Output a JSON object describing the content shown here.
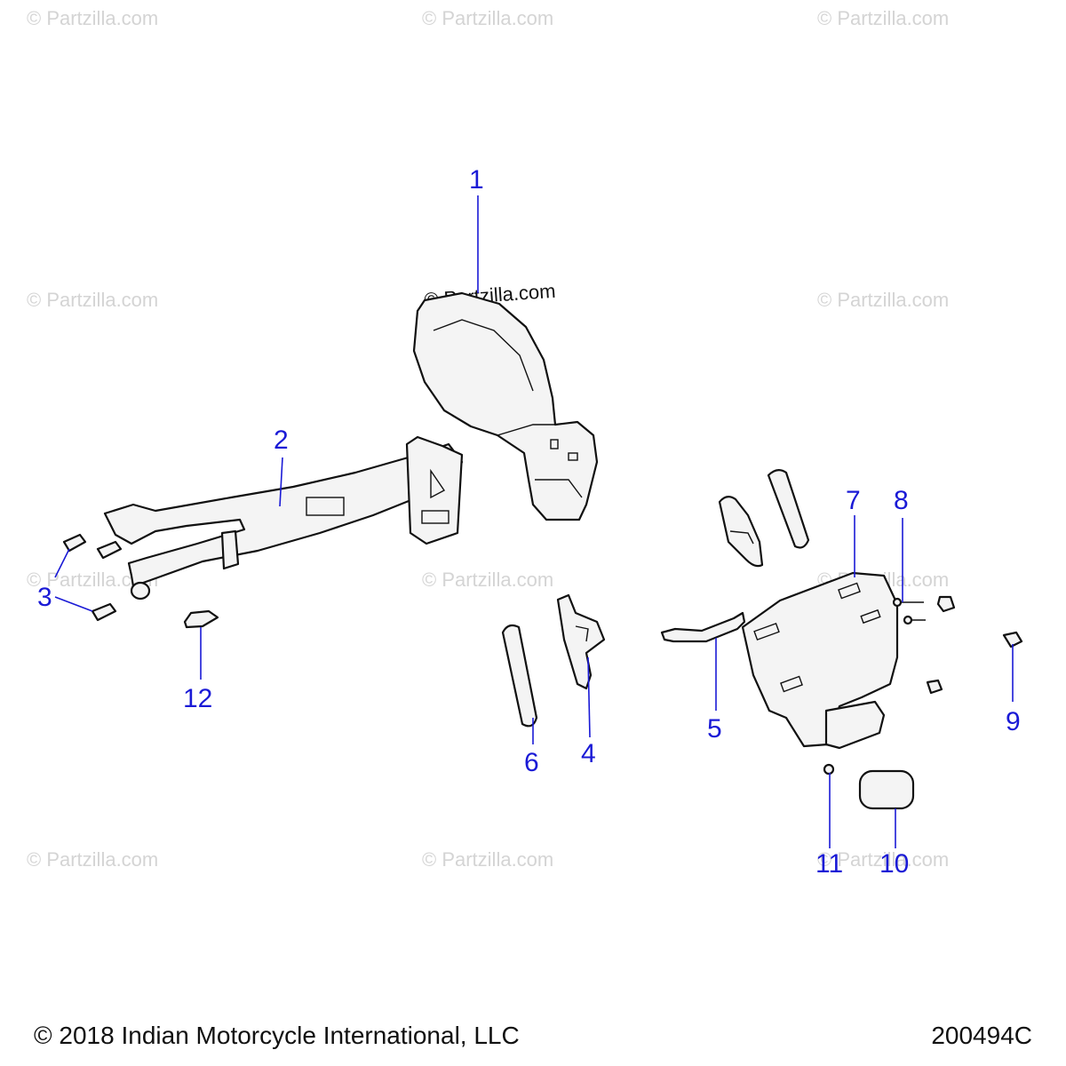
{
  "watermark": "© Partzilla.com",
  "callouts": [
    "1",
    "2",
    "3",
    "4",
    "5",
    "6",
    "7",
    "8",
    "9",
    "10",
    "11",
    "12"
  ],
  "footer": {
    "copyright": "© 2018 Indian Motorcycle International, LLC",
    "drawing_number": "200494C"
  },
  "colors": {
    "callout": "#1a1ad6",
    "line": "#111111",
    "watermark": "#d4d4d4"
  }
}
